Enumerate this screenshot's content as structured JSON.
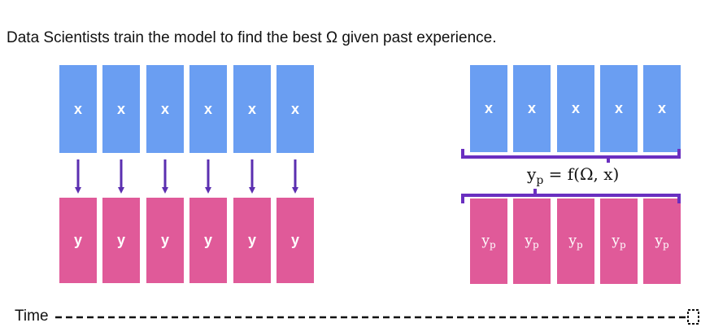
{
  "headline": "Data Scientists train the model to find the best Ω given past experience.",
  "left_panel": {
    "inputs": [
      "x",
      "x",
      "x",
      "x",
      "x",
      "x"
    ],
    "outputs": [
      "y",
      "y",
      "y",
      "y",
      "y",
      "y"
    ]
  },
  "right_panel": {
    "inputs": [
      "x",
      "x",
      "x",
      "x",
      "x"
    ],
    "outputs": [
      {
        "base": "y",
        "sub": "p"
      },
      {
        "base": "y",
        "sub": "p"
      },
      {
        "base": "y",
        "sub": "p"
      },
      {
        "base": "y",
        "sub": "p"
      },
      {
        "base": "y",
        "sub": "p"
      }
    ],
    "formula": {
      "lhs": "y",
      "lhs_sub": "p",
      "rhs": " = f(Ω, x)"
    }
  },
  "timeline": {
    "label": "Time"
  },
  "colors": {
    "input_box": "#6a9ef2",
    "output_box": "#e05a99",
    "arrow": "#5b2fb0",
    "brace": "#6a2fc0",
    "dashed_line": "#111111"
  }
}
